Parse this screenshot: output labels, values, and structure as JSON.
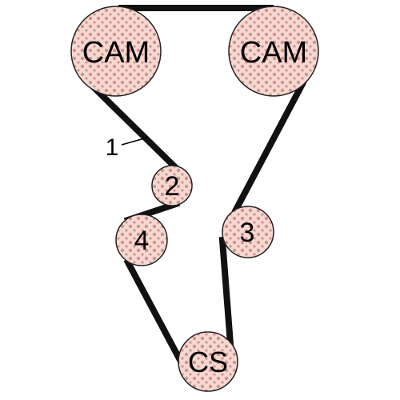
{
  "diagram": {
    "belt_color": "#111111",
    "pulley_fill_color": "#f4d9d2",
    "pulley_pattern_color": "#d7928a",
    "pulley_outline_color": "#222222",
    "labels": {
      "cam_left": "CAM",
      "cam_right": "CAM",
      "pulley_2": "2",
      "pulley_3": "3",
      "pulley_4": "4",
      "crankshaft": "CS",
      "belt_ref": "1"
    }
  }
}
